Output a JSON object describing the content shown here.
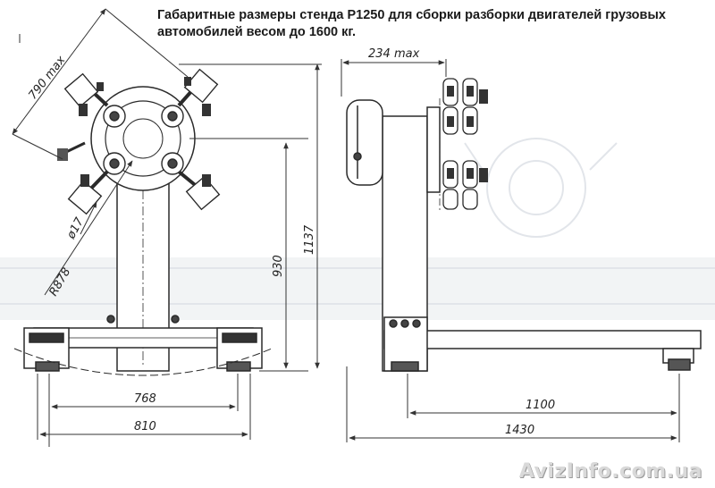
{
  "title": {
    "line1": "Габаритные размеры стенда Р1250 для сборки разборки двигателей грузовых",
    "line2": "автомобилей весом до 1600 кг."
  },
  "dimensions": {
    "d790": "790 max",
    "d234": "234 max",
    "d17": "ø17",
    "r878": "R878",
    "d930": "930",
    "d1137": "1137",
    "d768": "768",
    "d810": "810",
    "d1100": "1100",
    "d1430": "1430"
  },
  "watermark": "AvizInfo.com.ua"
}
